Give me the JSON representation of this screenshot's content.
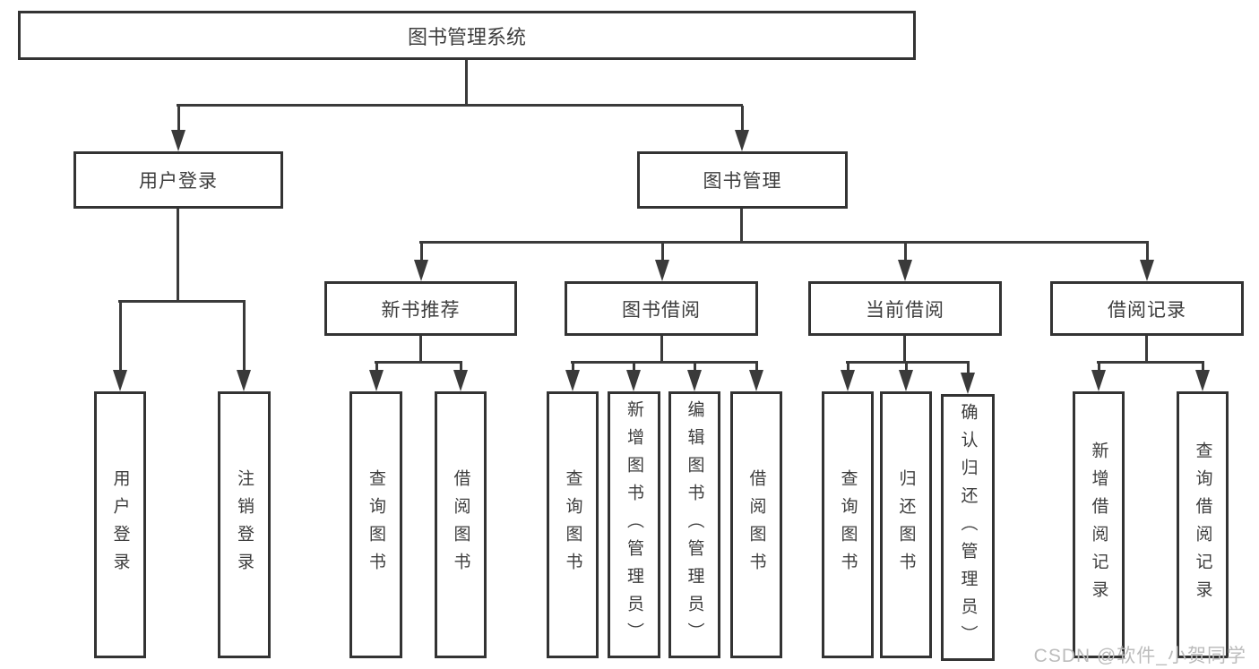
{
  "nodes": {
    "root": "图书管理系统",
    "user_login": "用户登录",
    "book_management": "图书管理",
    "new_book_recommend": "新书推荐",
    "book_borrowing": "图书借阅",
    "current_borrowing": "当前借阅",
    "borrowing_records": "借阅记录",
    "leaf_user_login": "用户登录",
    "leaf_logout": "注销登录",
    "leaf_query_books_recommend": "查询图书",
    "leaf_borrow_books_recommend": "借阅图书",
    "leaf_query_books_borrowing": "查询图书",
    "leaf_add_book_admin": "新增图书（管理员）",
    "leaf_edit_book_admin": "编辑图书（管理员）",
    "leaf_borrow_books_borrowing": "借阅图书",
    "leaf_query_books_current": "查询图书",
    "leaf_return_books": "归还图书",
    "leaf_confirm_return_admin": "确认归还（管理员）",
    "leaf_add_borrow_record": "新增借阅记录",
    "leaf_query_borrow_record": "查询借阅记录"
  },
  "watermark": "CSDN @软件_小贺同学",
  "colors": {
    "line": "#3a3a3a",
    "box_border": "#333333",
    "text": "#3d3d3d",
    "background": "#ffffff",
    "watermark": "#bcbcbc"
  }
}
